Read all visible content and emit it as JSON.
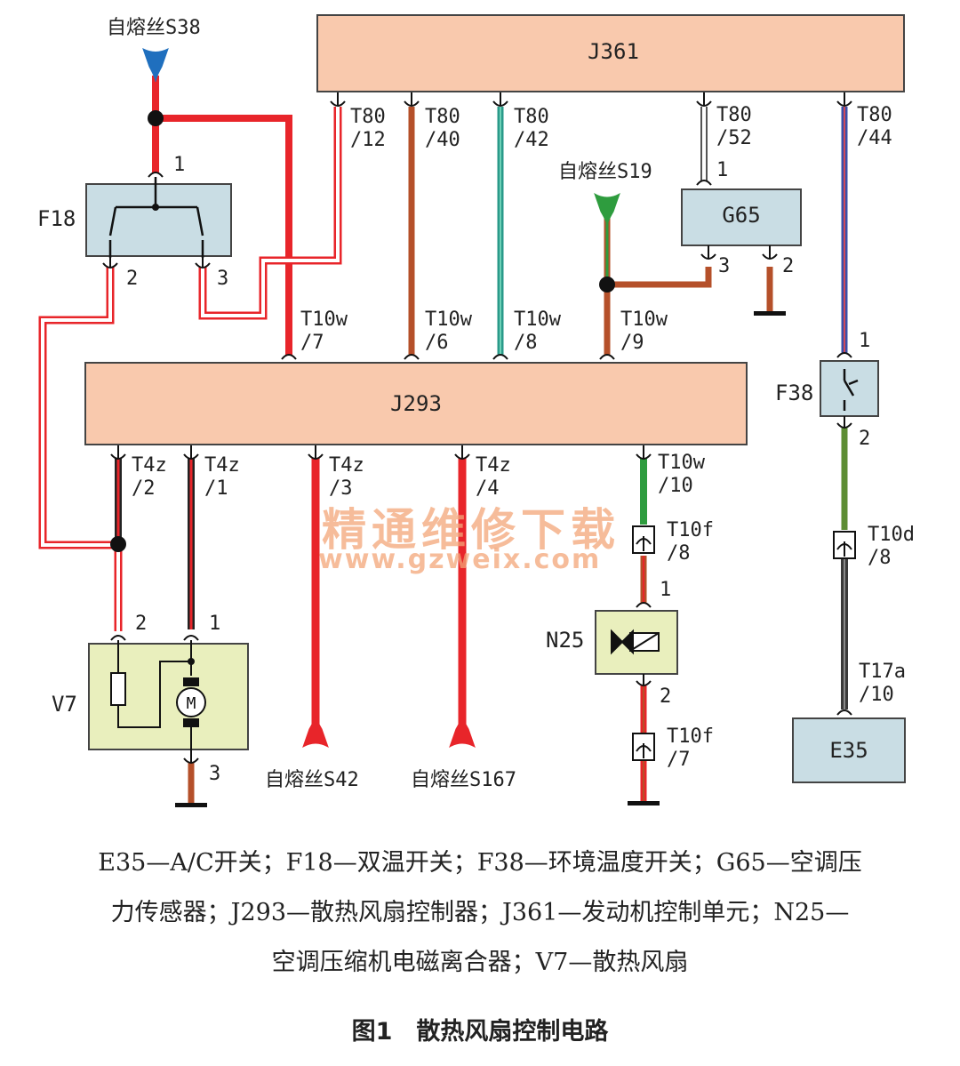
{
  "modules": {
    "j361": "J361",
    "j293": "J293",
    "f18": "F18",
    "g65": "G65",
    "f38": "F38",
    "n25": "N25",
    "v7": "V7",
    "e35": "E35",
    "motor": "M"
  },
  "fuses": {
    "s38": "自熔丝S38",
    "s19": "自熔丝S19",
    "s42": "自熔丝S42",
    "s167": "自熔丝S167"
  },
  "connectors": {
    "t80_12_a": "T80",
    "t80_12_b": "/12",
    "t80_40_a": "T80",
    "t80_40_b": "/40",
    "t80_42_a": "T80",
    "t80_42_b": "/42",
    "t80_52_a": "T80",
    "t80_52_b": "/52",
    "t80_44_a": "T80",
    "t80_44_b": "/44",
    "t10w_7_a": "T10w",
    "t10w_7_b": "/7",
    "t10w_6_a": "T10w",
    "t10w_6_b": "/6",
    "t10w_8_a": "T10w",
    "t10w_8_b": "/8",
    "t10w_9_a": "T10w",
    "t10w_9_b": "/9",
    "t4z_2_a": "T4z",
    "t4z_2_b": "/2",
    "t4z_1_a": "T4z",
    "t4z_1_b": "/1",
    "t4z_3_a": "T4z",
    "t4z_3_b": "/3",
    "t4z_4_a": "T4z",
    "t4z_4_b": "/4",
    "t10w_10_a": "T10w",
    "t10w_10_b": "/10",
    "t10f_8_a": "T10f",
    "t10f_8_b": "/8",
    "t10f_7_a": "T10f",
    "t10f_7_b": "/7",
    "t10d_8_a": "T10d",
    "t10d_8_b": "/8",
    "t17a_10_a": "T17a",
    "t17a_10_b": "/10"
  },
  "pins": {
    "f18_1": "1",
    "f18_2": "2",
    "f18_3": "3",
    "g65_1": "1",
    "g65_2": "2",
    "g65_3": "3",
    "f38_1": "1",
    "f38_2": "2",
    "n25_1": "1",
    "n25_2": "2",
    "v7_1": "1",
    "v7_2": "2",
    "v7_3": "3"
  },
  "watermark": {
    "line1": "精通维修下载",
    "line2": "www.gzweix.com"
  },
  "legend": {
    "line1": "E35—A/C开关；F18—双温开关；F38—环境温度开关；G65—空调压",
    "line2": "力传感器；J293—散热风扇控制器；J361—发动机控制单元；N25—",
    "line3": "空调压缩机电磁离合器；V7—散热风扇"
  },
  "figure_title": "图1　散热风扇控制电路",
  "colors": {
    "box_pink": "#f9c9ad",
    "box_green": "#e9efbd",
    "box_blue": "#c9dde4",
    "wire_red": "#e8252a",
    "wire_brown": "#b5502a",
    "wire_green": "#2e9c3e",
    "wire_teal": "#2a9a8a",
    "wire_dark": "#3a3a3a"
  }
}
